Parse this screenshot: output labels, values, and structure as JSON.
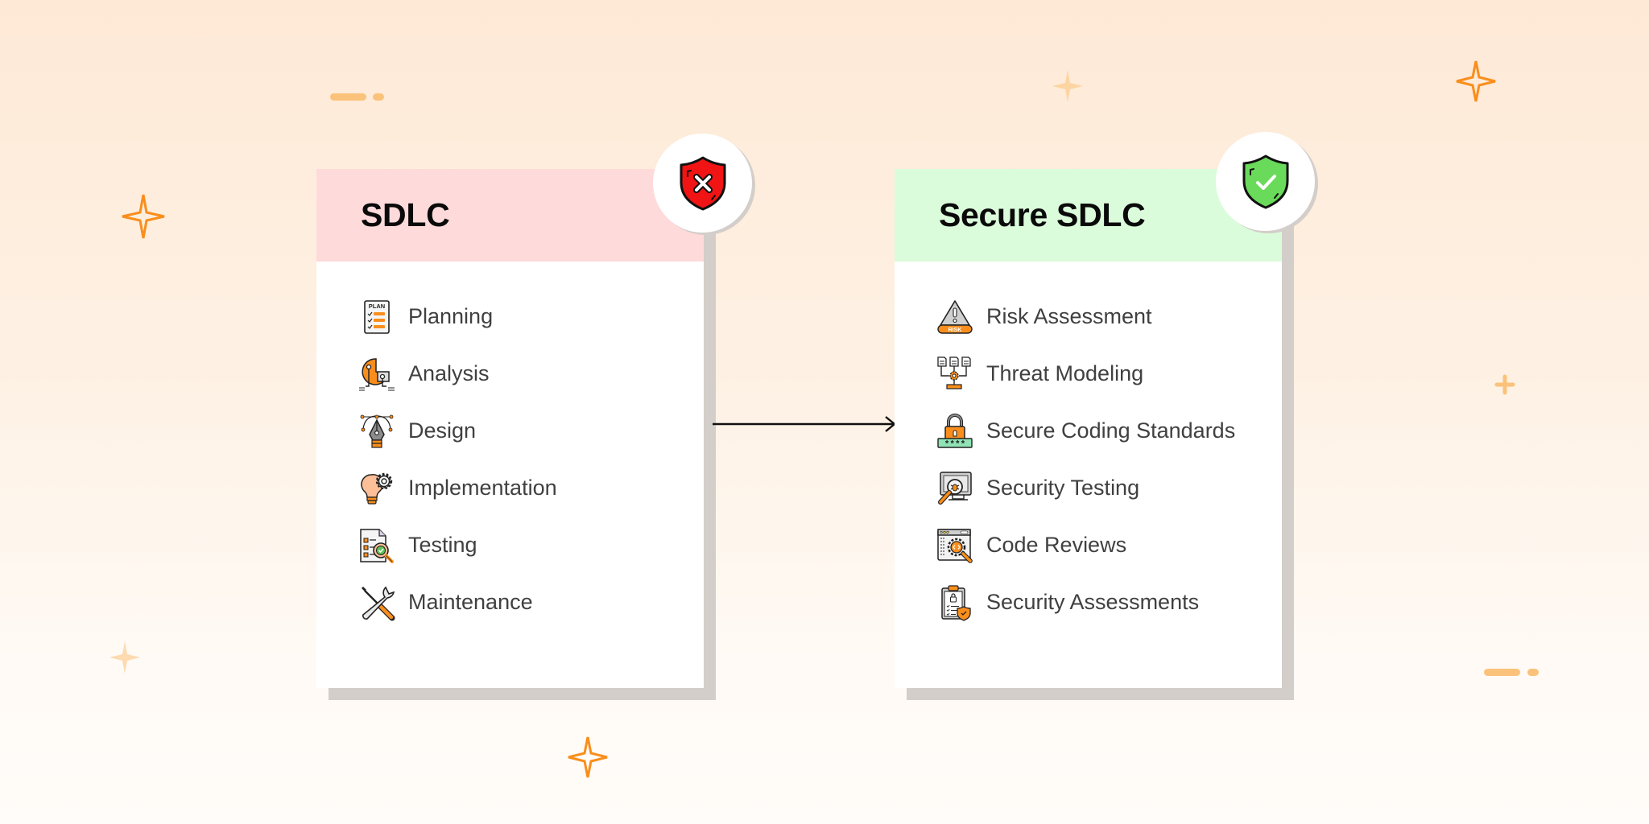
{
  "colors": {
    "accent_orange": "#f98e1c",
    "accent_orange_soft": "#fbc27b",
    "sdlc_header_bg": "#ffdada",
    "secure_header_bg": "#dbfcdb",
    "shadow": "#d3cec9",
    "danger_red": "#f01414",
    "safe_green": "#6ada5a"
  },
  "sdlc": {
    "title": "SDLC",
    "badge_icon": "shield-x-icon",
    "items": [
      {
        "label": "Planning",
        "icon": "plan-checklist-icon"
      },
      {
        "label": "Analysis",
        "icon": "analysis-chart-icon"
      },
      {
        "label": "Design",
        "icon": "pen-tool-icon"
      },
      {
        "label": "Implementation",
        "icon": "lightbulb-gear-icon"
      },
      {
        "label": "Testing",
        "icon": "document-magnifier-icon"
      },
      {
        "label": "Maintenance",
        "icon": "wrench-screwdriver-icon"
      }
    ]
  },
  "secure_sdlc": {
    "title": "Secure SDLC",
    "badge_icon": "shield-check-icon",
    "items": [
      {
        "label": "Risk Assessment",
        "icon": "risk-warning-icon"
      },
      {
        "label": "Threat Modeling",
        "icon": "threat-model-flow-icon"
      },
      {
        "label": "Secure Coding Standards",
        "icon": "padlock-password-icon"
      },
      {
        "label": "Security Testing",
        "icon": "monitor-bug-search-icon"
      },
      {
        "label": "Code Reviews",
        "icon": "browser-code-gear-icon"
      },
      {
        "label": "Security Assessments",
        "icon": "clipboard-lock-shield-icon"
      }
    ]
  },
  "connector": {
    "icon": "arrow-right-icon"
  }
}
